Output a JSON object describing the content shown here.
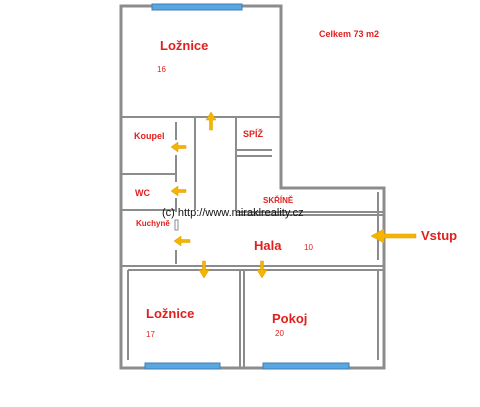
{
  "plan": {
    "total_area": "Celkem 73 m2",
    "watermark": "(c) http://www.miraklreality.cz",
    "entrance_label": "Vstup",
    "rooms": [
      {
        "id": "loznice-top",
        "name": "Ložnice",
        "area": "16"
      },
      {
        "id": "koupel",
        "name": "Koupel",
        "area": ""
      },
      {
        "id": "spiz",
        "name": "SPÍŽ",
        "area": ""
      },
      {
        "id": "wc",
        "name": "WC",
        "area": ""
      },
      {
        "id": "kuchyne",
        "name": "Kuchyně",
        "area": ""
      },
      {
        "id": "skrine",
        "name": "SKŘÍNĚ",
        "area": ""
      },
      {
        "id": "hala",
        "name": "Hala",
        "area": "10"
      },
      {
        "id": "loznice-bottom",
        "name": "Ložnice",
        "area": "17"
      },
      {
        "id": "pokoj",
        "name": "Pokoj",
        "area": "20"
      }
    ],
    "colors": {
      "wall": "#8c8c8c",
      "window": "#5aa6e0",
      "arrow": "#f4b400",
      "label": "#e0201e"
    }
  }
}
